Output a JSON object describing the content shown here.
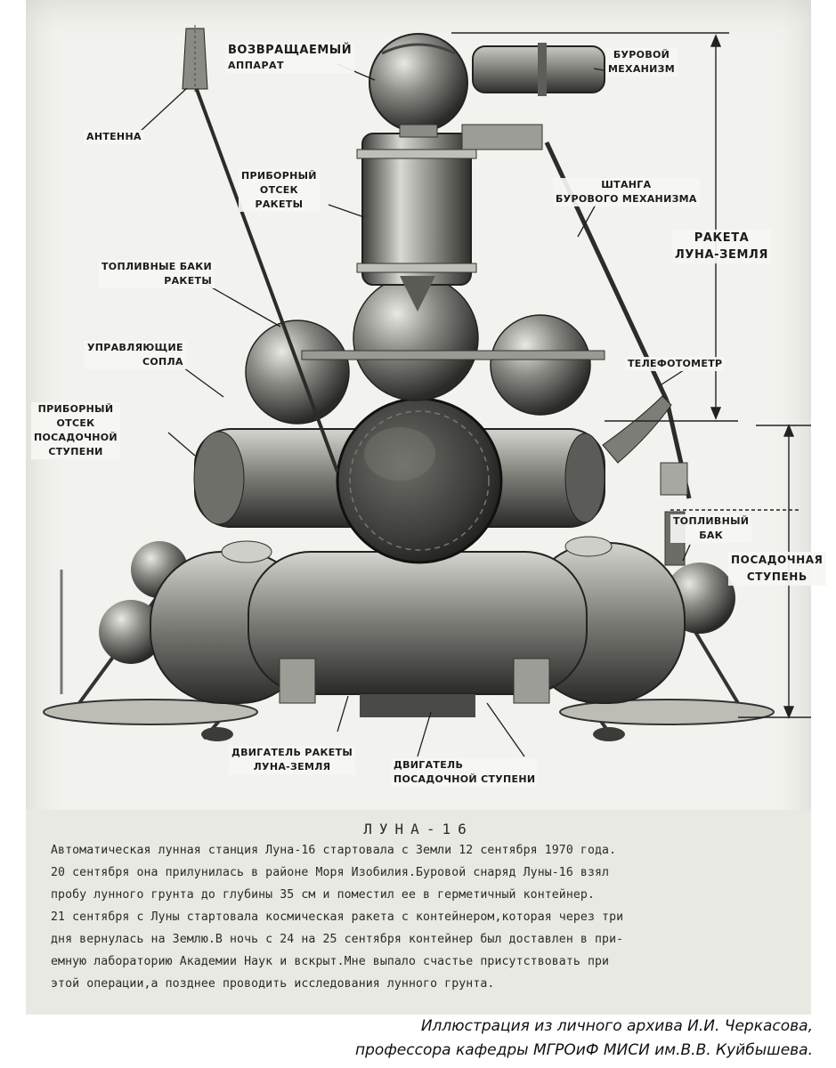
{
  "labels": {
    "return_capsule": "ВОЗВРАЩАЕМЫЙ",
    "return_capsule_2": "АППАРАТ",
    "drill": "БУРОВОЙ",
    "drill_2": "МЕХАНИЗМ",
    "antenna": "АНТЕННА",
    "rocket_instrument_1": "ПРИБОРНЫЙ",
    "rocket_instrument_2": "ОТСЕК",
    "rocket_instrument_3": "РАКЕТЫ",
    "drill_arm_1": "ШТАНГА",
    "drill_arm_2": "БУРОВОГО МЕХАНИЗМА",
    "fuel_tanks_1": "ТОПЛИВНЫЕ БАКИ",
    "fuel_tanks_2": "РАКЕТЫ",
    "rocket_1": "РАКЕТА",
    "rocket_2": "ЛУНА-ЗЕМЛЯ",
    "nozzles_1": "УПРАВЛЯЮЩИЕ",
    "nozzles_2": "СОПЛА",
    "telephotometer": "ТЕЛЕФОТОМЕТР",
    "lander_instr_1": "ПРИБОРНЫЙ",
    "lander_instr_2": "ОТСЕК",
    "lander_instr_3": "ПОСАДОЧНОЙ",
    "lander_instr_4": "СТУПЕНИ",
    "fuel_tank_1": "ТОПЛИВНЫЙ",
    "fuel_tank_2": "БАК",
    "landing_stage_1": "ПОСАДОЧНАЯ",
    "landing_stage_2": "СТУПЕНЬ",
    "rocket_engine_1": "ДВИГАТЕЛЬ РАКЕТЫ",
    "rocket_engine_2": "ЛУНА-ЗЕМЛЯ",
    "landing_engine_1": "ДВИГАТЕЛЬ",
    "landing_engine_2": "ПОСАДОЧНОЙ СТУПЕНИ"
  },
  "caption": {
    "title": "ЛУНА-16",
    "lines": [
      "Автоматическая лунная станция Луна-16 стартовала с Земли 12 сентября 1970 года.",
      "20 сентября она прилунилась в районе Моря Изобилия.Буровой снаряд Луны-16 взял",
      "пробу лунного грунта до глубины 35 см и поместил ее в герметичный контейнер.",
      "21 сентября с Луны стартовала космическая ракета с контейнером,которая через три",
      "дня вернулась на Землю.В ночь с 24 на 25 сентября контейнер был доставлен в при-",
      "емную лабораторию Академии Наук и вскрыт.Мне выпало счастье присутствовать при",
      "этой операции,а позднее проводить исследования лунного грунта."
    ]
  },
  "credit": {
    "line1": "Иллюстрация из личного архива И.И. Черкасова,",
    "line2": "профессора кафедры МГРОиФ МИСИ им.В.В. Куйбышева."
  }
}
